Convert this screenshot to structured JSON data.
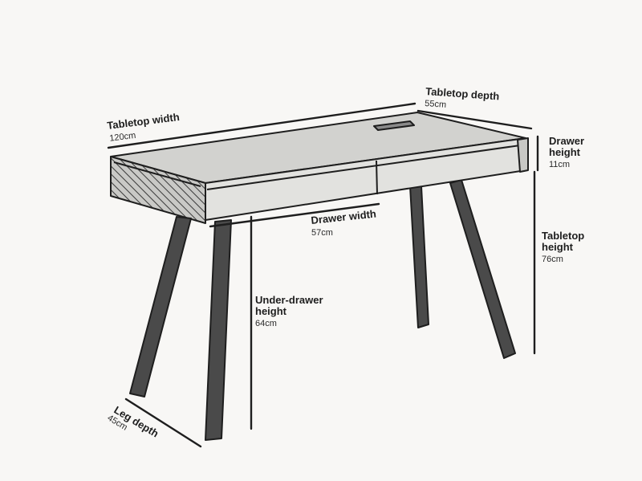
{
  "colors": {
    "background": "#f8f7f5",
    "ink": "#1e1e1e",
    "tabletop": "#d2d2cf",
    "drawer_front": "#e2e2df",
    "legs": "#4a4a4a"
  },
  "dimensions": {
    "tabletop_width": {
      "label": "Tabletop width",
      "value": "120cm"
    },
    "tabletop_depth": {
      "label": "Tabletop depth",
      "value": "55cm"
    },
    "drawer_height": {
      "label_line1": "Drawer",
      "label_line2": "height",
      "value": "11cm"
    },
    "tabletop_height": {
      "label_line1": "Tabletop",
      "label_line2": "height",
      "value": "76cm"
    },
    "drawer_width": {
      "label": "Drawer width",
      "value": "57cm"
    },
    "under_drawer_height": {
      "label_line1": "Under-drawer",
      "label_line2": "height",
      "value": "64cm"
    },
    "leg_depth": {
      "label": "Leg depth",
      "value": "45cm"
    }
  }
}
